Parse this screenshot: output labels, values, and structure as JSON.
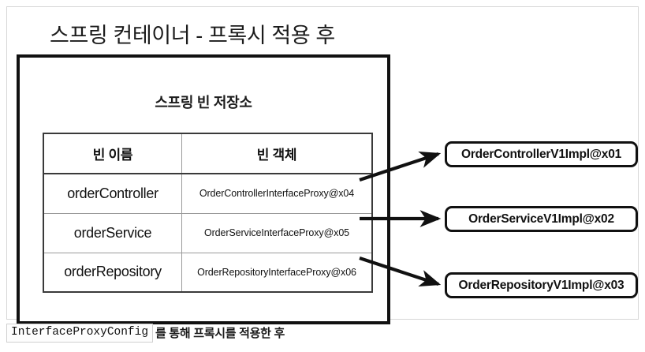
{
  "diagram": {
    "title": "스프링 컨테이너 - 프록시 적용 후",
    "container_label": "스프링 빈 저장소"
  },
  "table": {
    "headers": [
      "빈 이름",
      "빈 객체"
    ],
    "rows": [
      {
        "bean_name": "orderController",
        "bean_object": "OrderControllerInterfaceProxy@x04"
      },
      {
        "bean_name": "orderService",
        "bean_object": "OrderServiceInterfaceProxy@x05"
      },
      {
        "bean_name": "orderRepository",
        "bean_object": "OrderRepositoryInterfaceProxy@x06"
      }
    ]
  },
  "instances": [
    {
      "label": "OrderControllerV1Impl@x01"
    },
    {
      "label": "OrderServiceV1Impl@x02"
    },
    {
      "label": "OrderRepositoryV1Impl@x03"
    }
  ],
  "caption": {
    "code": "InterfaceProxyConfig",
    "text": "를 통해 프록시를 적용한 후"
  },
  "colors": {
    "line": "#111111",
    "table_border": "#9a9a9a",
    "panel_border": "#d6d6d6"
  }
}
